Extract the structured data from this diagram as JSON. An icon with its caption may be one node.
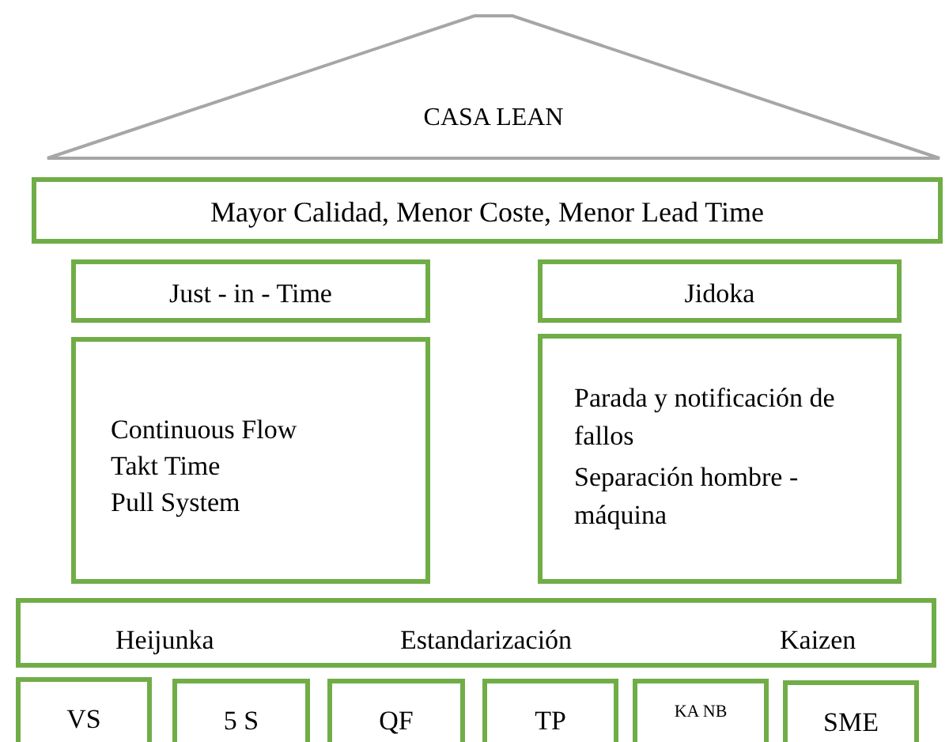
{
  "diagram": {
    "nodes": [
      {
        "text": [
          "CASA LEAN"
        ]
      },
      {
        "text": [
          "Mayor Calidad, Menor Coste, Menor Lead Time"
        ]
      },
      {
        "text": [
          "Just - in - Time"
        ]
      },
      {
        "text": [
          "Jidoka"
        ]
      },
      {
        "text": [
          "Continuous Flow",
          "Takt Time",
          "Pull System"
        ]
      },
      {
        "text": [
          "Parada y notificación de fallos",
          "Separación hombre - máquina"
        ]
      },
      {
        "text": [
          "Heijunka",
          "Estandarización",
          "Kaizen"
        ]
      },
      {
        "text": [
          "VS"
        ]
      },
      {
        "text": [
          "5 S"
        ]
      },
      {
        "text": [
          "QF"
        ]
      },
      {
        "text": [
          "TP"
        ]
      },
      {
        "text": [
          "KA NB"
        ]
      },
      {
        "text": [
          "SME"
        ]
      }
    ],
    "edges": []
  }
}
